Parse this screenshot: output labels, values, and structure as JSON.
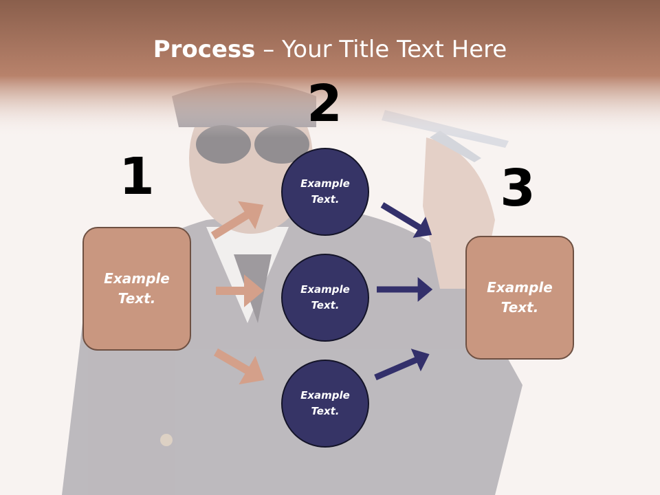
{
  "title": {
    "bold": "Process",
    "rest": " – Your Title Text Here"
  },
  "numbers": [
    "1",
    "2",
    "3"
  ],
  "left_box": {
    "text": "Example Text."
  },
  "circles": [
    {
      "text": "Example Text."
    },
    {
      "text": "Example Text."
    },
    {
      "text": "Example Text."
    }
  ],
  "right_box": {
    "text": "Example Text."
  },
  "colors": {
    "header": "#9b6a55",
    "box_fill": "#c99780",
    "circle_fill": "#363466",
    "arrow_left": "#d4a08a",
    "arrow_right": "#33306b"
  }
}
